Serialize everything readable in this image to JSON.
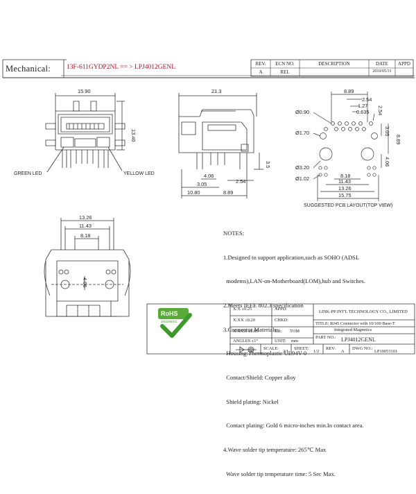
{
  "header": {
    "mechanical_label": "Mechanical:",
    "part_mapping": "13F-611GYDP2NL == > LPJ4012GENL",
    "revision_table": {
      "columns": [
        "REV.",
        "ECN NO.",
        "DESCRIPTION",
        "DATE",
        "APPD"
      ],
      "rows": [
        [
          "A",
          "REL",
          "",
          "2010/05/31",
          ""
        ]
      ]
    }
  },
  "front_view": {
    "width_dim": "15.90",
    "height_dim": "13.40",
    "green_led_label": "GREEN LED",
    "yellow_led_label": "YELLOW LED"
  },
  "side_view": {
    "length_dim": "21.3",
    "dims": [
      "3.5",
      "4.06",
      "2.54",
      "3.05",
      "10.80",
      "8.89"
    ]
  },
  "pcb_layout": {
    "dims": [
      "8.89",
      "2.54",
      "1.27",
      "0.635",
      "2.54",
      "3.05",
      "8.89",
      "4.06",
      "8.18",
      "11.43",
      "13.26",
      "15.75"
    ],
    "hole_labels": [
      "Ø0.90",
      "Ø1.70",
      "Ø3.20",
      "Ø1.02"
    ],
    "caption": "SUGGESTED PCB LAYOUT(TOP VIEW)"
  },
  "bottom_view": {
    "dims": [
      "13.26",
      "11.43",
      "8.18",
      "4.06"
    ]
  },
  "notes": {
    "lines": [
      "NOTES:",
      "1.Designed to support application,such as SOHO (ADSL",
      "  modems),LAN-on-Motherboard(LOM),hub and Switches.",
      "2.Meets IEEE 802.3 specification",
      "3.Connector Materials:",
      "  Housing:Thermoplastic UL94V-0",
      "  Contact/Shield: Copper alloy",
      "  Shield plating: Nickel",
      "  Contact plating: Gold 6 micro-inches min.In contact area.",
      "4.Wave solder tip temperature: 265℃ Max",
      "  Wave solder tip temperature time: 5 Sec Max."
    ]
  },
  "rohs": {
    "badge_text": "RoHS",
    "badge_sub": "2002/95/EC"
  },
  "title_block": {
    "tolerances": [
      "X:X  ±0.25",
      "X:XX  ±0.20",
      "X:XXX  ±0.05",
      "ANGLES ±1°"
    ],
    "appd_label": "APPD:",
    "chkd_label": "CHKD:",
    "dr_label": "DR:",
    "dr_value": "TOM",
    "unit_label": "UNIT:",
    "unit_value": "mm",
    "company": "LINK-PP INT'L TECHNOLOGY CO., LIMITED",
    "title_line1": "TITLE: RJ45 Connector with 10/100 Base-T",
    "title_line2": "Integrated Magnetics",
    "part_no_label": "PART NO.:",
    "part_no": "LPJ4012GENL",
    "scale_label": "SCALE:",
    "scale_value": "2/1",
    "sheet_label": "SHEET:",
    "sheet_value": "1/2",
    "rev_label": "REV:",
    "rev_value": "A",
    "dwg_label": "DWG NO.:",
    "dwg_value": "LP10053101"
  }
}
